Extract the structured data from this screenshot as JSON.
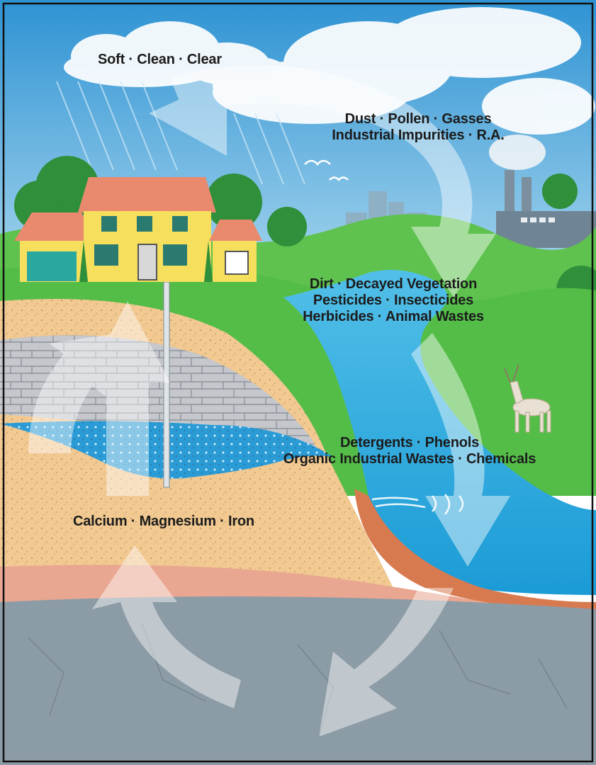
{
  "labels": {
    "sky": "Soft · Clean · Clear",
    "air": [
      "Dust · Pollen · Gasses",
      "Industrial Impurities · R.A."
    ],
    "runoff": [
      "Dirt · Decayed Vegetation",
      "Pesticides · Insecticides",
      "Herbicides · Animal Wastes"
    ],
    "river": [
      "Detergents · Phenols",
      "Organic Industrial Wastes · Chemicals"
    ],
    "ground": "Calcium · Magnesium · Iron"
  },
  "colors": {
    "sky_top": "#3f9fd8",
    "sky_bottom": "#bfe3f4",
    "grass": "#4fb948",
    "water": "#2aa7de",
    "soil_light": "#f0c890",
    "soil_pink": "#e8a88f",
    "bedrock": "#8a9aa3",
    "arrow": "#ffffff"
  }
}
